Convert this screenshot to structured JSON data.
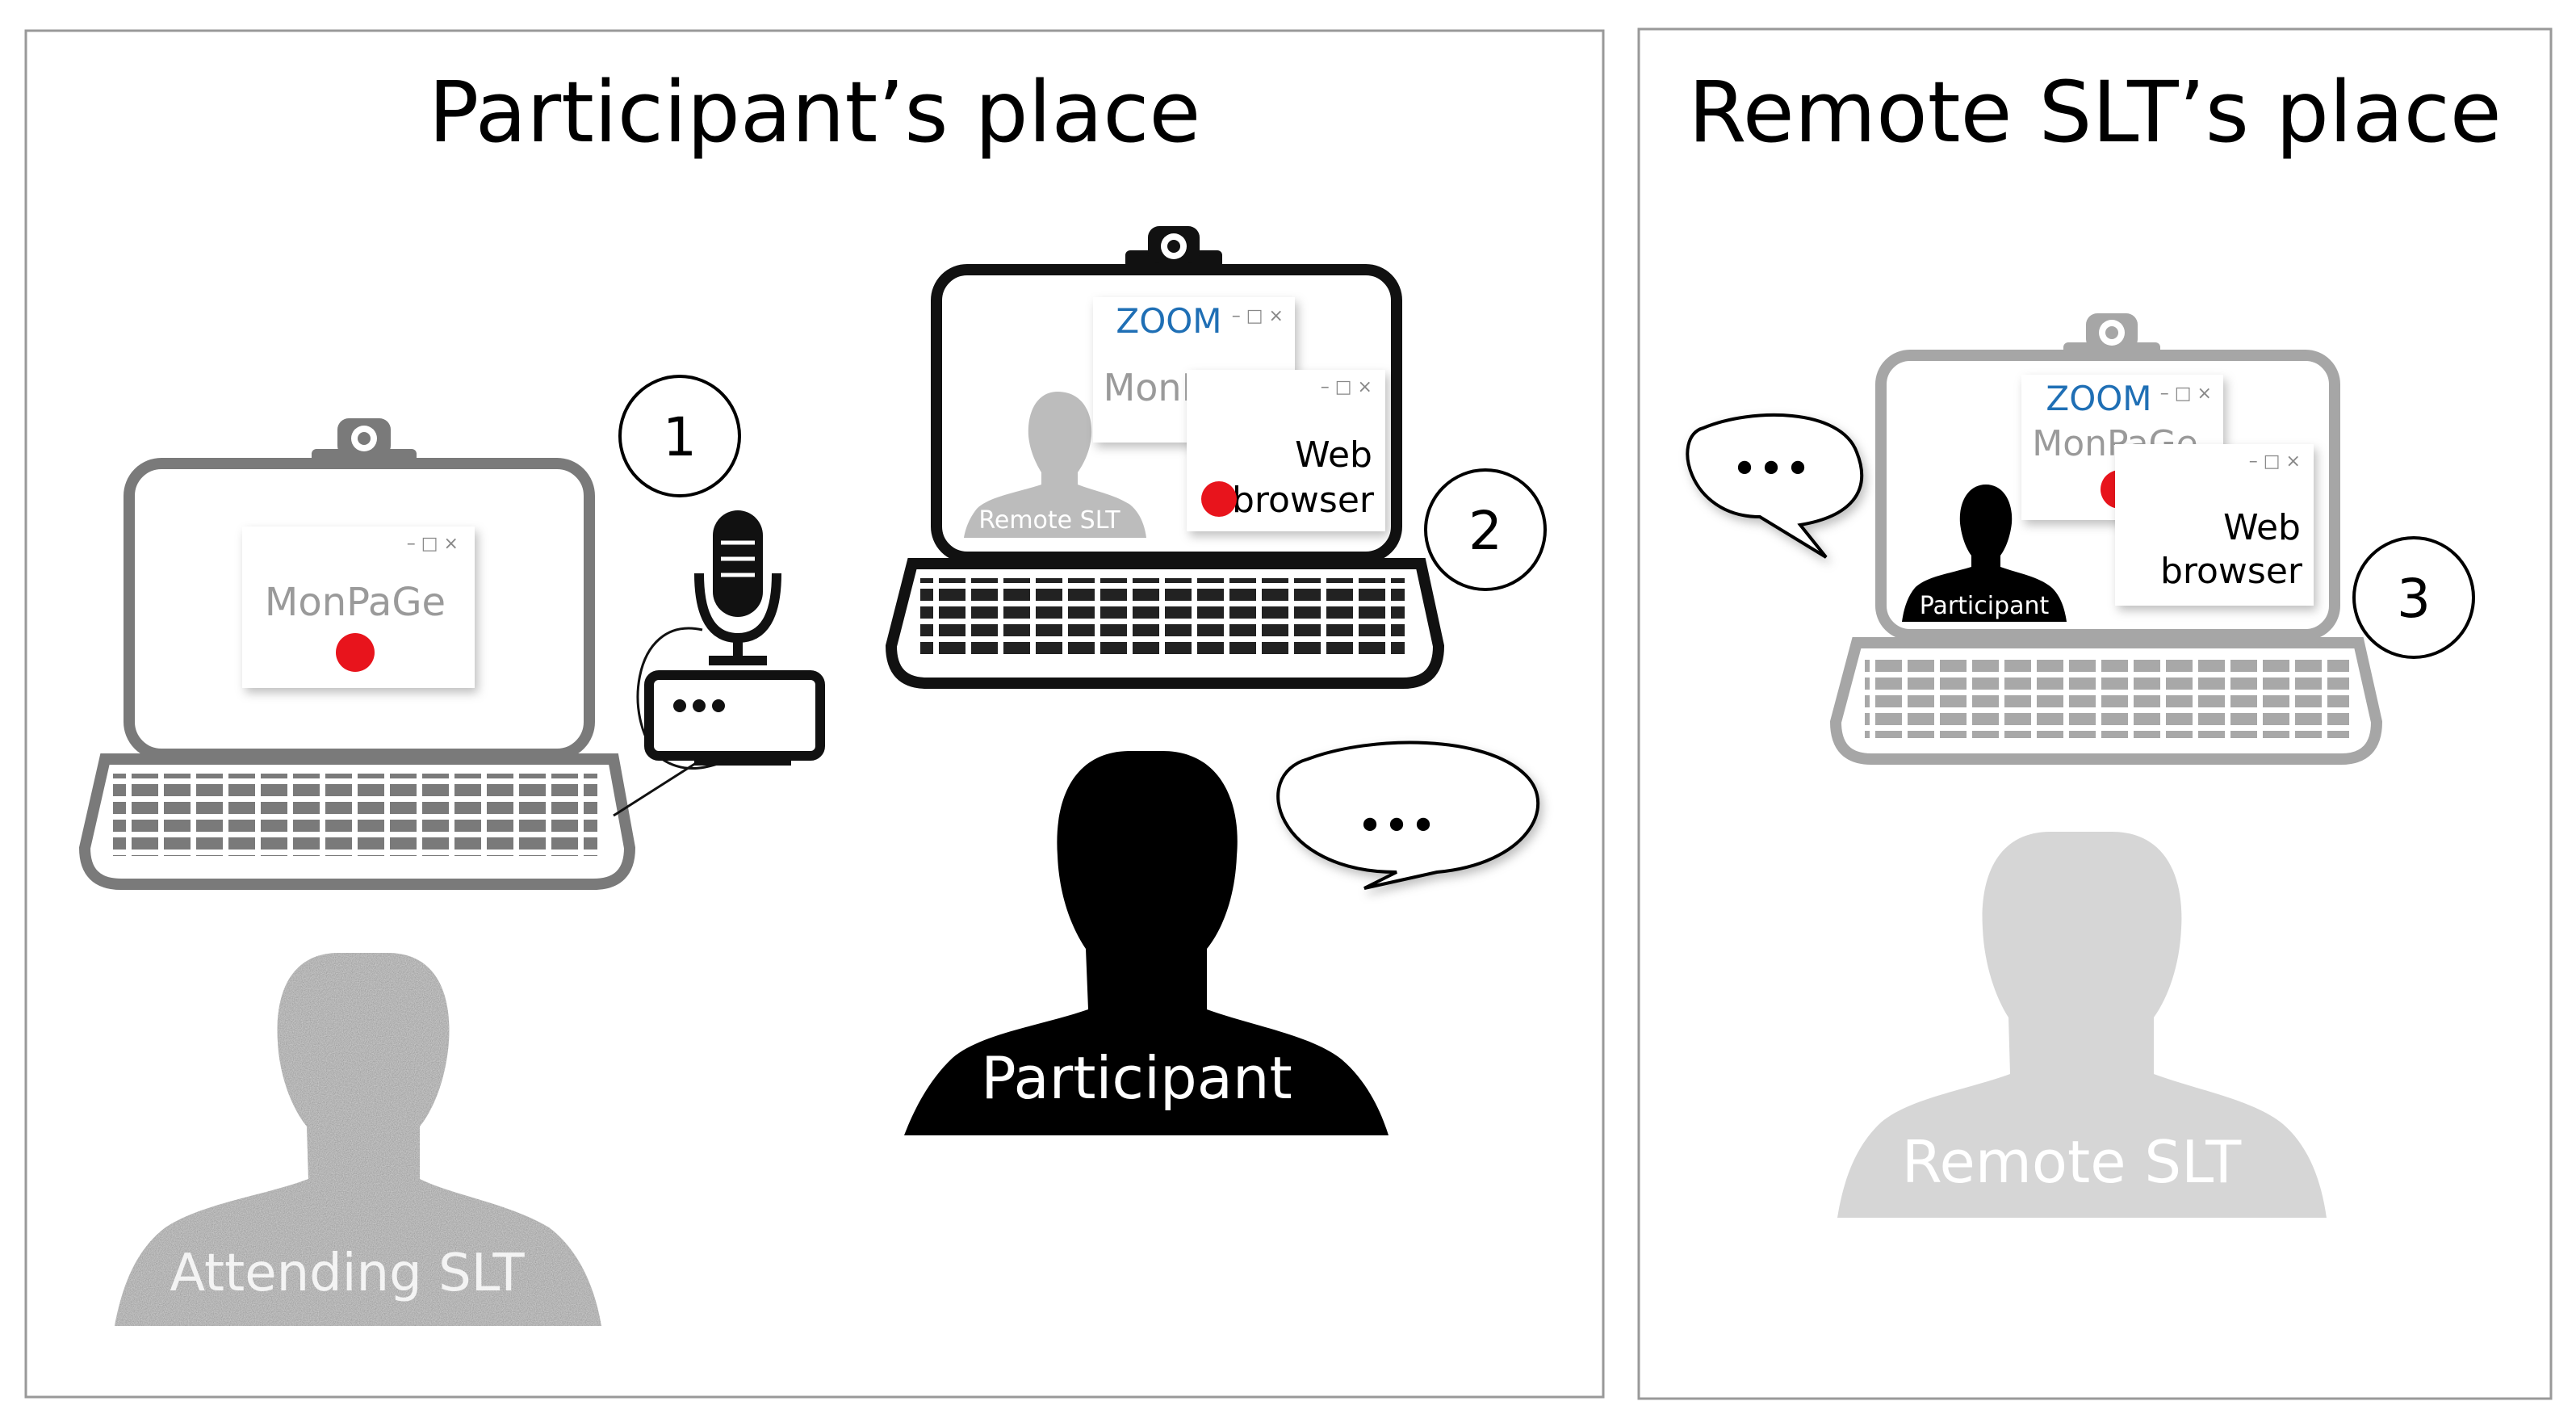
{
  "panels": {
    "participant_place": {
      "title": "Participant’s place"
    },
    "remote_place": {
      "title": "Remote SLT’s place"
    }
  },
  "setup1": {
    "number": "1",
    "app": "MonPaGe",
    "person": "Attending SLT",
    "icons": [
      "laptop-icon",
      "webcam-icon",
      "microphone-icon",
      "audio-interface-icon",
      "record-indicator-icon"
    ]
  },
  "setup2": {
    "number": "2",
    "zoom_label": "ZOOM",
    "app": "MonPaGe",
    "browser_line1": "Web",
    "browser_line2": "browser",
    "video_person": "Remote SLT",
    "person": "Participant",
    "speech": "•••"
  },
  "setup3": {
    "number": "3",
    "zoom_label": "ZOOM",
    "app": "MonPaGe",
    "browser_line1": "Web",
    "browser_line2": "browser",
    "video_person": "Participant",
    "person": "Remote SLT",
    "speech": "•••"
  },
  "window_controls": "– □ ×",
  "colors": {
    "device_dark": "#111111",
    "device_gray": "#7a7a7a",
    "device_light": "#a6a6a6",
    "zoom_blue": "#1f6fb5",
    "record_red": "#e8141c",
    "app_text": "#9a9a9a"
  }
}
